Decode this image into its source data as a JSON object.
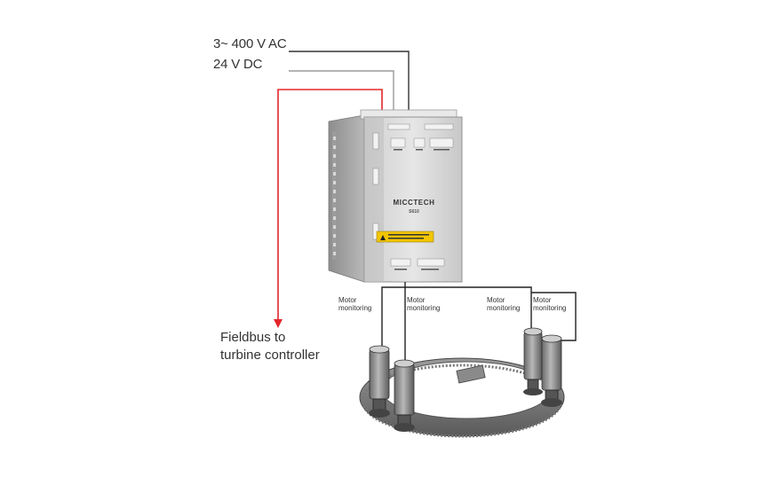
{
  "power": {
    "ac_label": "3~ 400 V AC",
    "dc_label": "24 V DC"
  },
  "fieldbus": {
    "line1": "Fieldbus to",
    "line2": "turbine controller"
  },
  "controller": {
    "brand": "MICCTECH",
    "model": "S610"
  },
  "motors": [
    {
      "line1": "Motor",
      "line2": "monitoring"
    },
    {
      "line1": "Motor",
      "line2": "monitoring"
    },
    {
      "line1": "Motor",
      "line2": "monitoring"
    },
    {
      "line1": "Motor",
      "line2": "monitoring"
    }
  ],
  "colors": {
    "power_line": "#333333",
    "dc_line": "#9a9a9a",
    "fieldbus_line": "#e3262b",
    "housing": "#d4d4d4"
  }
}
